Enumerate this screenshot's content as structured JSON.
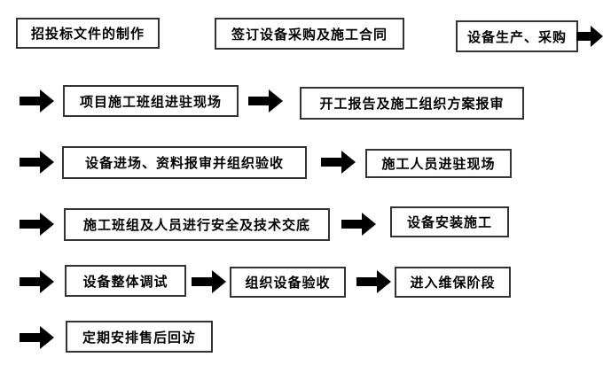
{
  "flowchart": {
    "nodes": [
      {
        "label": "招投标文件的制作"
      },
      {
        "label": "签订设备采购及施工合同"
      },
      {
        "label": "设备生产、采购"
      },
      {
        "label": "项目施工班组进驻现场"
      },
      {
        "label": "开工报告及施工组织方案报审"
      },
      {
        "label": "设备进场、资料报审并组织验收"
      },
      {
        "label": "施工人员进驻现场"
      },
      {
        "label": "施工班组及人员进行安全及技术交底"
      },
      {
        "label": "设备安装施工"
      },
      {
        "label": "设备整体调试"
      },
      {
        "label": "组织设备验收"
      },
      {
        "label": "进入维保阶段"
      },
      {
        "label": "定期安排售后回访"
      }
    ],
    "colors": {
      "background": "#ffffff",
      "box_border": "#333333",
      "text": "#000000",
      "arrow": "#000000"
    }
  }
}
